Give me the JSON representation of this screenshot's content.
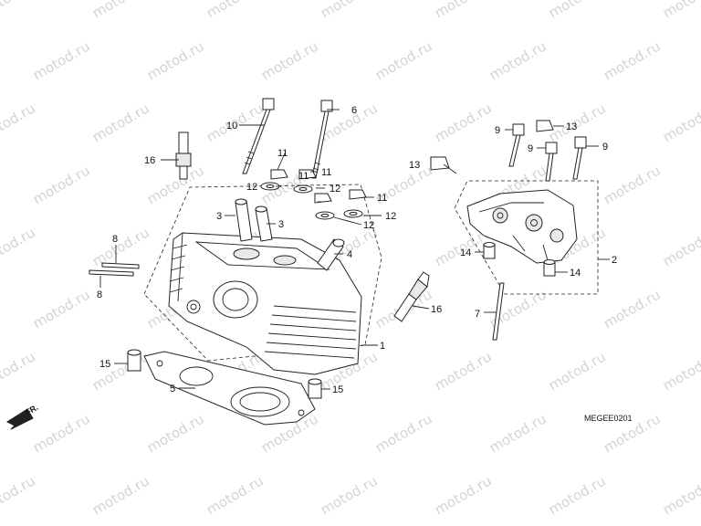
{
  "watermark": "motod.ru",
  "diagram_code": "MEGEE0201",
  "front_indicator": "FR.",
  "callouts": [
    "1",
    "2",
    "3",
    "3",
    "4",
    "5",
    "6",
    "7",
    "8",
    "8",
    "9",
    "9",
    "9",
    "10",
    "11",
    "11",
    "11",
    "11",
    "12",
    "12",
    "12",
    "12",
    "13",
    "13",
    "14",
    "14",
    "15",
    "15",
    "16",
    "16"
  ]
}
